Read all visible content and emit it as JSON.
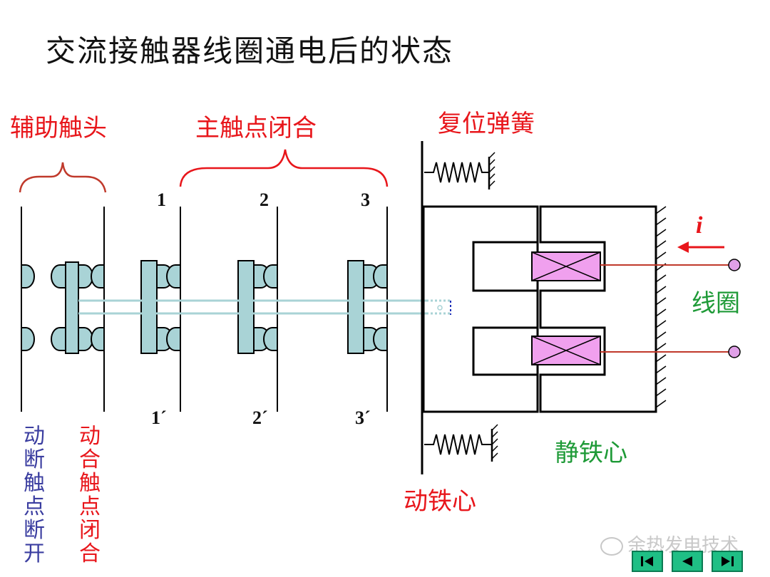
{
  "title": "交流接触器线圈通电后的状态",
  "labels": {
    "aux_contacts": "辅助触头",
    "main_closed": "主触点闭合",
    "reset_spring": "复位弹簧",
    "coil": "线圈",
    "static_core": "静铁心",
    "moving_core": "动铁心",
    "current": "i",
    "nc_open": "动断触点断开",
    "no_closed": "动合触点闭合"
  },
  "terminals": {
    "top": [
      "1",
      "2",
      "3"
    ],
    "bottom": [
      "1´",
      "2´",
      "3´"
    ]
  },
  "watermark": "余热发电技术",
  "nav": {
    "first_icon": "skip-to-first-icon",
    "prev_icon": "previous-triangle-icon",
    "last_icon": "skip-to-last-icon"
  },
  "colors": {
    "label_red": "#e8161b",
    "label_green": "#1e9a37",
    "label_blue": "#3b3ea0",
    "contact_fill": "#a9d3d6",
    "coil_fill": "#f0a0ee",
    "nav_green": "#1fbf85",
    "wire": "#c0392b"
  }
}
